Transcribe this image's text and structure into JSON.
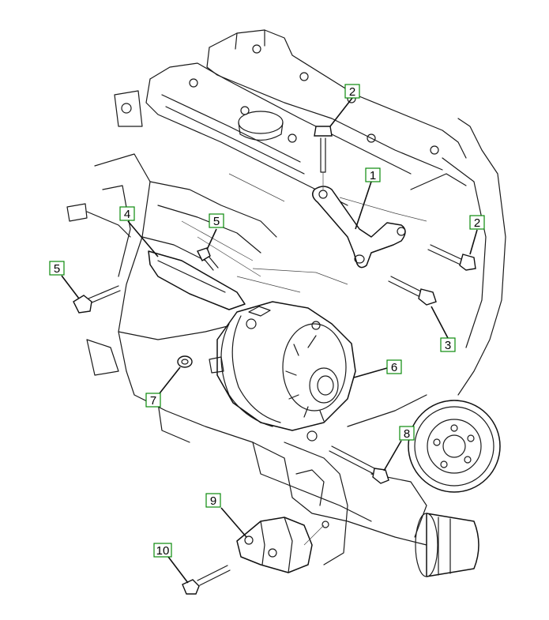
{
  "callouts": [
    {
      "id": "c1",
      "label": "1"
    },
    {
      "id": "c2a",
      "label": "2"
    },
    {
      "id": "c2b",
      "label": "2"
    },
    {
      "id": "c3",
      "label": "3"
    },
    {
      "id": "c4",
      "label": "4"
    },
    {
      "id": "c5a",
      "label": "5"
    },
    {
      "id": "c5b",
      "label": "5"
    },
    {
      "id": "c6",
      "label": "6"
    },
    {
      "id": "c7",
      "label": "7"
    },
    {
      "id": "c8",
      "label": "8"
    },
    {
      "id": "c9",
      "label": "9"
    },
    {
      "id": "c10",
      "label": "10"
    }
  ],
  "colors": {
    "callout_border": "#0a8a0a",
    "line": "#1a1a1a",
    "background": "#ffffff"
  }
}
